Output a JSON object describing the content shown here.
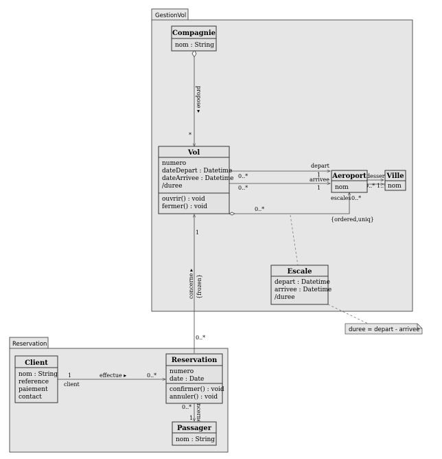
{
  "packages": {
    "gestionvol": {
      "name": "GestionVol"
    },
    "reservation": {
      "name": "Reservation"
    }
  },
  "classes": {
    "compagnie": {
      "name": "Compagnie",
      "attributes": [
        "nom : String"
      ]
    },
    "vol": {
      "name": "Vol",
      "attributes": [
        "numero",
        "dateDepart : Datetime",
        "dateArrivee : Datetime",
        "/duree"
      ],
      "operations": [
        "ouvrir() : void",
        "fermer() : void"
      ]
    },
    "aeroport": {
      "name": "Aeroport",
      "attributes": [
        "nom"
      ]
    },
    "ville": {
      "name": "Ville",
      "attributes": [
        "nom"
      ]
    },
    "escale": {
      "name": "Escale",
      "attributes": [
        "depart : Datetime",
        "arrivee : Datetime",
        "/duree"
      ]
    },
    "client": {
      "name": "Client",
      "attributes": [
        "nom : String",
        "reference",
        "paiement",
        "contact"
      ]
    },
    "reservation": {
      "name": "Reservation",
      "attributes": [
        "numero",
        "date : Date"
      ],
      "operations": [
        "confirmer() : void",
        "annuler() : void"
      ]
    },
    "passager": {
      "name": "Passager",
      "attributes": [
        "nom : String"
      ]
    }
  },
  "associations": {
    "propose": {
      "label": "propose ▸",
      "mult_target": "*"
    },
    "depart": {
      "label": "depart",
      "mult_source": "0..*",
      "mult_target": "1"
    },
    "arrivee": {
      "label": "arrivee",
      "mult_source": "0..*",
      "mult_target": "1"
    },
    "escales": {
      "role": "escales",
      "mult_source": "0..*",
      "mult_target": "0..*",
      "constraint": "{ordered,uniq}"
    },
    "dessert": {
      "label": "dessert",
      "mult_source": "0..*",
      "mult_target": "1..*"
    },
    "concerne_vol": {
      "label": "concerne ▸",
      "constraint": "{frozen}",
      "mult_target": "1",
      "mult_source": "0..*"
    },
    "effectue": {
      "label": "effectue ▸",
      "mult_source": "1",
      "role_source": "client",
      "mult_target": "0..*"
    },
    "concerne_passager": {
      "label": "concerne",
      "mult_source": "0..*",
      "mult_target": "1"
    }
  },
  "note": {
    "text": "duree = depart - arrivee"
  }
}
